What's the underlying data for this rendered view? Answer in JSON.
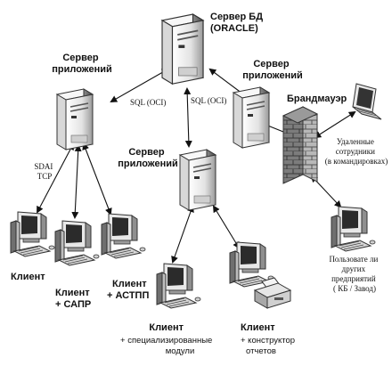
{
  "labels": {
    "db_server": [
      "Сервер БД",
      "(ORACLE)"
    ],
    "app_server_left": [
      "Сервер",
      "приложений"
    ],
    "app_server_right": [
      "Сервер",
      "приложений"
    ],
    "app_server_center": [
      "Сервер",
      "приложений"
    ],
    "firewall": "Брандмауэр",
    "sql_left": "SQL (OCI)",
    "sql_center": "SQL (OCI)",
    "sdai": [
      "SDAI",
      "TCP"
    ],
    "remote_staff": [
      "Удаленные",
      "сотрудники",
      "(в командировках)"
    ],
    "other_users": [
      "Пользовате ли",
      "других",
      "предприятий",
      "( КБ / Завод)"
    ],
    "client": "Клиент",
    "client_sapr": [
      "Клиент",
      "+ САПР"
    ],
    "client_astpp": [
      "Клиент",
      "+ АСТПП"
    ],
    "client_modules": [
      "Клиент",
      "+ специализированные",
      "модули"
    ],
    "client_report": [
      "Клиент",
      "+ конструктор",
      "отчетов"
    ]
  },
  "colors": {
    "line": "#111111",
    "device_light": "#f2f2f2",
    "device_mid": "#c8c8c8",
    "device_dark": "#6e6e6e",
    "screen": "#2b2b2b"
  }
}
